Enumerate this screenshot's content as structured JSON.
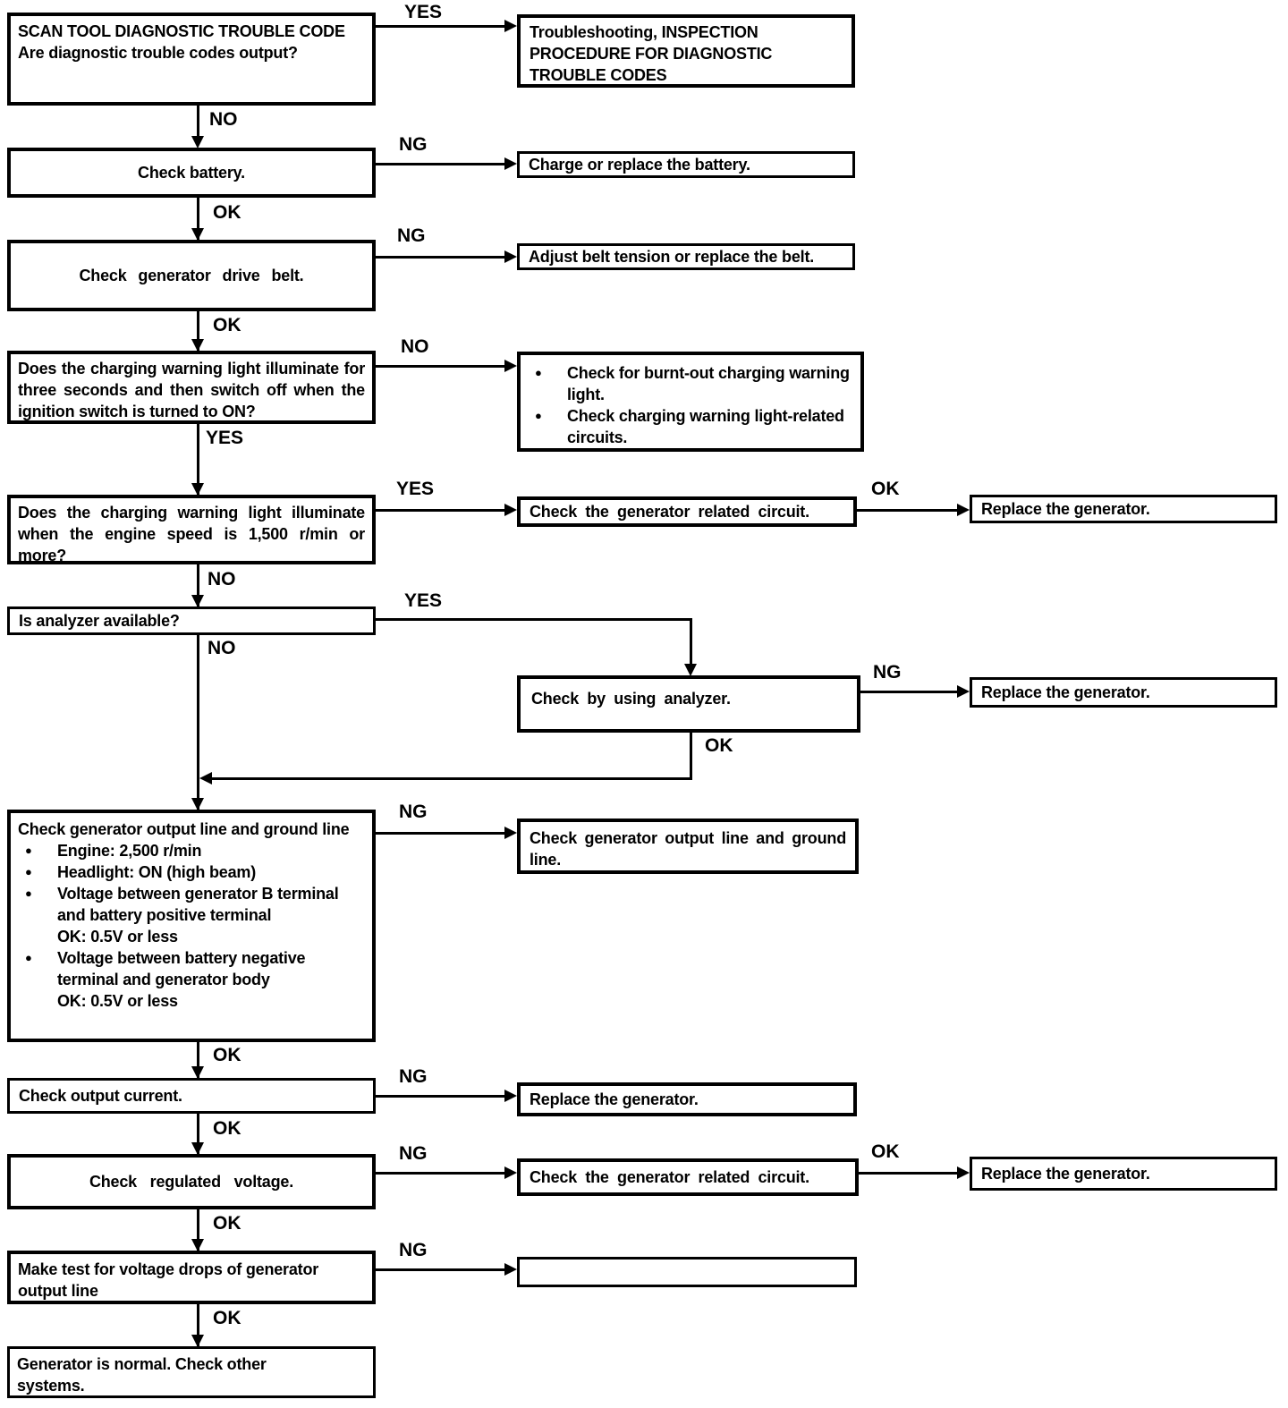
{
  "document": {
    "kind": "charging-system troubleshooting flowchart",
    "background": "#ffffff",
    "ink": "#000000"
  },
  "glyphs": {
    "bullet": "●"
  },
  "nodes": {
    "scan_tool": {
      "heading": "SCAN TOOL DIAGNOSTIC TROUBLE CODE",
      "question": "Are diagnostic trouble codes output?"
    },
    "dtc_procedure": {
      "text": "Troubleshooting, INSPECTION PROCEDURE FOR DIAGNOSTIC TROUBLE CODES"
    },
    "check_battery": {
      "text": "Check battery."
    },
    "charge_battery": {
      "text": "Charge or replace the battery."
    },
    "check_drive_belt": {
      "text": "Check generator drive belt."
    },
    "adjust_belt": {
      "text": "Adjust belt tension or replace the belt."
    },
    "warning_light_3s": {
      "text": "Does the charging warning light illuminate for three seconds and then switch off when the ignition switch is turned to ON?"
    },
    "warning_light_checks": {
      "bullets": [
        "Check for burnt-out charging warning light.",
        "Check charging warning light-related circuits."
      ]
    },
    "warning_light_1500": {
      "text": "Does the charging warning light illuminate when the engine speed is 1,500 r/min or more?"
    },
    "check_generator_circuit_a": {
      "text": "Check the generator related circuit."
    },
    "replace_generator_a": {
      "text": "Replace the generator."
    },
    "analyzer_available": {
      "text": "Is analyzer available?"
    },
    "check_by_analyzer": {
      "text": "Check by using analyzer."
    },
    "replace_generator_b": {
      "text": "Replace the generator."
    },
    "output_ground_test": {
      "title": "Check generator output line and ground line",
      "bullets": [
        {
          "text": "Engine: 2,500 r/min"
        },
        {
          "text": "Headlight: ON (high beam)"
        },
        {
          "text": "Voltage between generator B terminal and battery positive terminal",
          "ok": "OK: 0.5V or less"
        },
        {
          "text": "Voltage between battery negative terminal and generator body",
          "ok": "OK: 0.5V or less"
        }
      ]
    },
    "check_output_ground_line": {
      "text": "Check generator output line and ground line."
    },
    "check_output_current": {
      "text": "Check output current."
    },
    "replace_generator_c": {
      "text": "Replace the generator."
    },
    "check_regulated_voltage": {
      "text": "Check regulated voltage."
    },
    "check_generator_circuit_b": {
      "text": "Check the generator related circuit."
    },
    "replace_generator_d": {
      "text": "Replace the generator."
    },
    "voltage_drop_test": {
      "text": "Make test for voltage drops of generator output line"
    },
    "generator_normal": {
      "text": "Generator is normal. Check other systems."
    }
  },
  "edge_labels": {
    "scan_yes": "YES",
    "scan_no": "NO",
    "battery_ng": "NG",
    "battery_ok": "OK",
    "belt_ng": "NG",
    "belt_ok": "OK",
    "light3s_no": "NO",
    "light3s_yes": "YES",
    "light1500_yes": "YES",
    "light1500_ok": "OK",
    "light1500_no": "NO",
    "analyzer_yes": "YES",
    "analyzer_no": "NO",
    "analyzer_ng": "NG",
    "analyzer_ok": "OK",
    "ground_ng": "NG",
    "ground_ok": "OK",
    "current_ng": "NG",
    "current_ok": "OK",
    "voltage_ng": "NG",
    "voltage_ok": "OK",
    "voltage_down_ok": "OK",
    "test_ng": "NG",
    "test_ok": "OK"
  }
}
